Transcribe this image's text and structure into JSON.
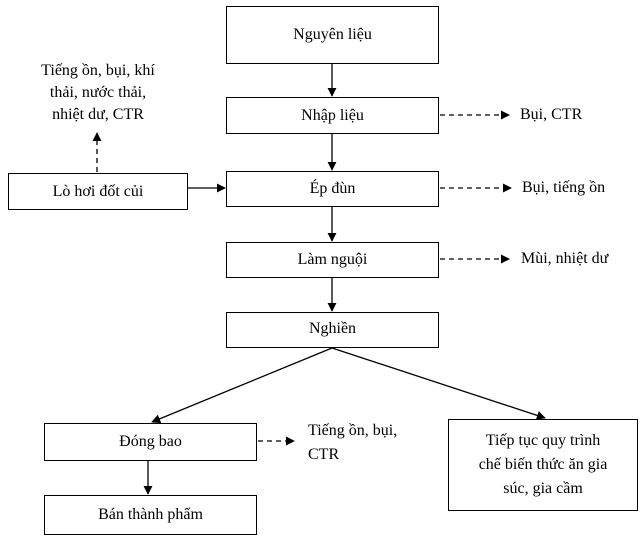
{
  "nodes": {
    "nguyen_lieu": "Nguyên liệu",
    "nhap_lieu": "Nhập liệu",
    "ep_dun": "Ép đùn",
    "lam_nguoi": "Làm nguội",
    "nghien": "Nghiền",
    "dong_bao": "Đóng bao",
    "ban_thanh_pham": "Bán thành phẩm",
    "tiep_tuc": [
      "Tiếp tục quy trình",
      "chế biến thức ăn gia",
      "súc, gia cầm"
    ],
    "lo_hoi": "Lò hơi đốt củi"
  },
  "emissions": {
    "nhap_lieu": "Bụi, CTR",
    "ep_dun": "Bụi, tiếng ồn",
    "lam_nguoi": "Mùi, nhiệt dư",
    "lo_hoi": [
      "Tiếng ồn, bụi, khí",
      "thải, nước thải,",
      "nhiệt dư, CTR"
    ],
    "dong_bao": [
      "Tiếng ồn, bụi,",
      "CTR"
    ]
  }
}
